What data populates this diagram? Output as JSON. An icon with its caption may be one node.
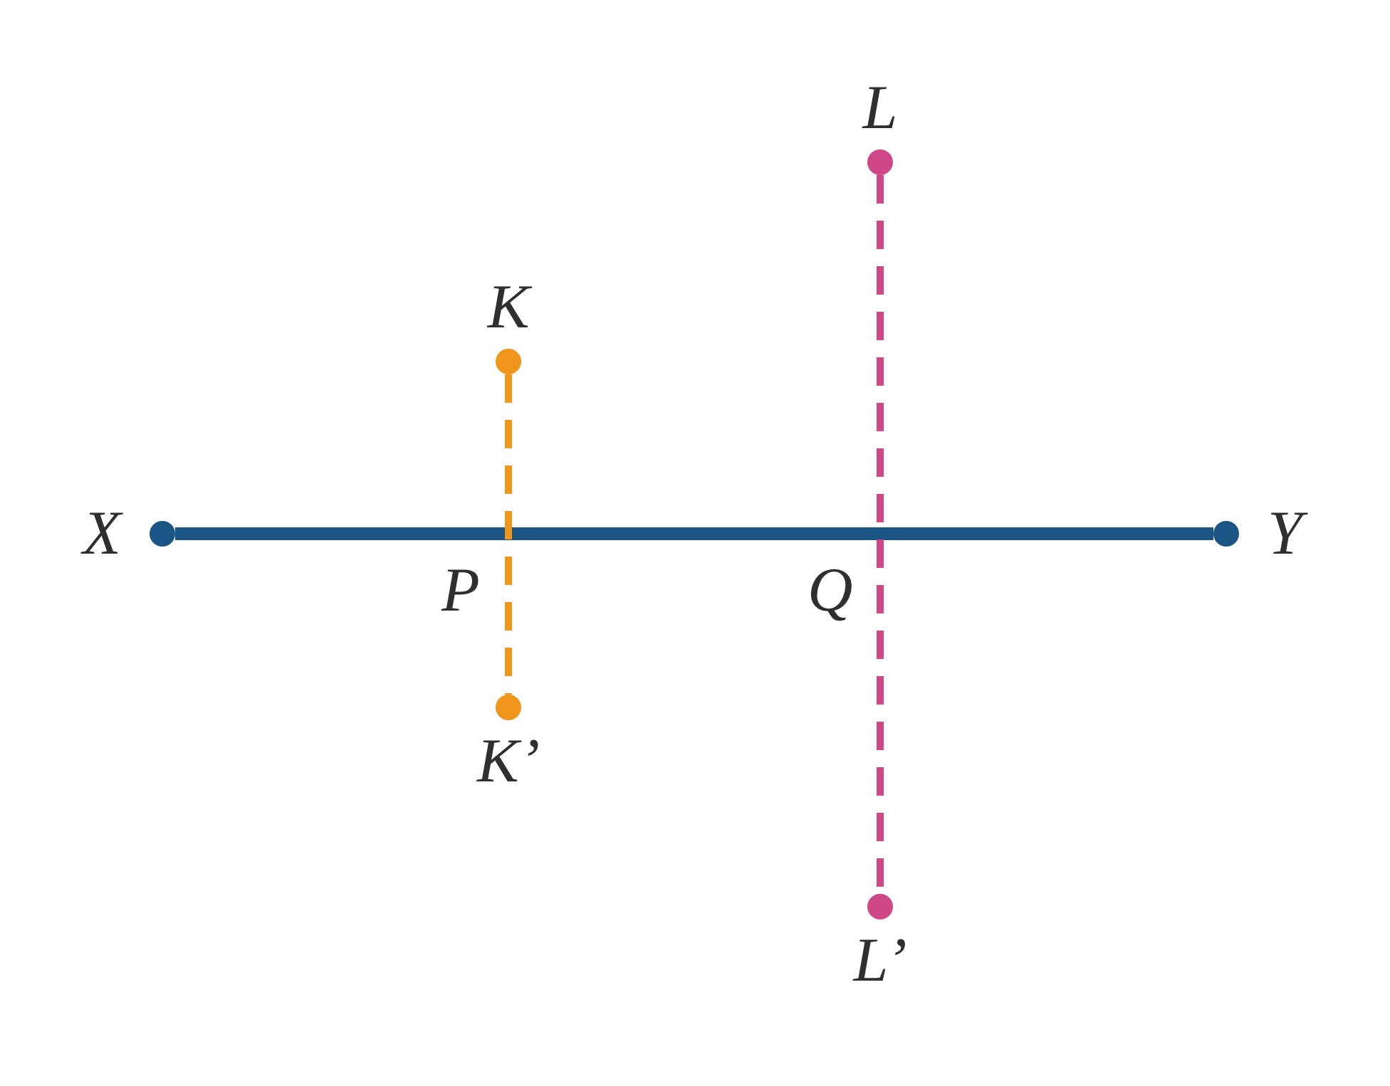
{
  "diagram": {
    "nodes": [
      {
        "text": [
          "X"
        ]
      },
      {
        "text": [
          "Y"
        ]
      },
      {
        "text": [
          "K"
        ]
      },
      {
        "text": [
          "K’"
        ]
      },
      {
        "text": [
          "L"
        ]
      },
      {
        "text": [
          "L’"
        ]
      }
    ],
    "edges": [
      {
        "from": 0,
        "to": 1,
        "arrow": "none",
        "style": "thick",
        "color": "#1a5586"
      },
      {
        "from": 2,
        "to": 3,
        "arrow": "none",
        "style": "dashed",
        "color": "#f0961c"
      },
      {
        "from": 4,
        "to": 5,
        "arrow": "none",
        "style": "dashed",
        "color": "#cf4787"
      }
    ],
    "labels": [
      "P",
      "Q"
    ]
  }
}
